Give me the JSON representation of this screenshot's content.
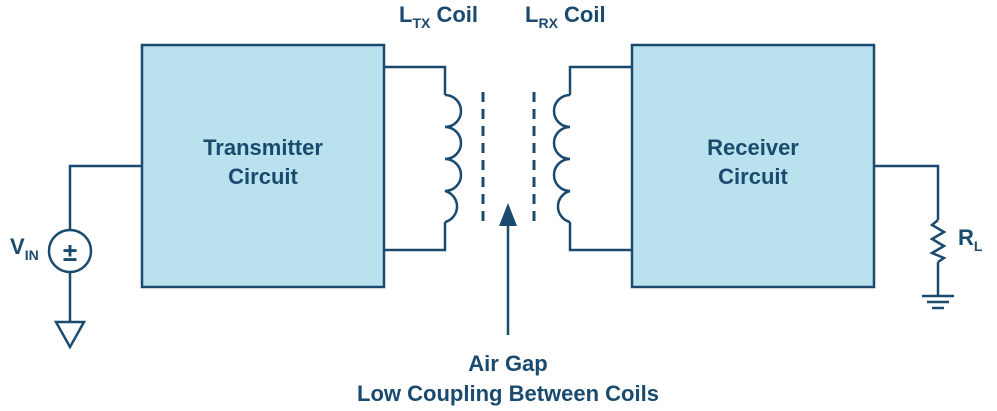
{
  "transmitter": {
    "line1": "Transmitter",
    "line2": "Circuit"
  },
  "receiver": {
    "line1": "Receiver",
    "line2": "Circuit"
  },
  "tx_coil": {
    "main": "L",
    "sub": "TX",
    "suffix": " Coil"
  },
  "rx_coil": {
    "main": "L",
    "sub": "RX",
    "suffix": " Coil"
  },
  "source": {
    "main": "V",
    "sub": "IN",
    "symbol": "±"
  },
  "load": {
    "main": "R",
    "sub": "L"
  },
  "air_gap": {
    "line1": "Air Gap",
    "line2": "Low Coupling Between Coils"
  },
  "colors": {
    "line": "#1a4a6e",
    "box_fill": "#b9e2ee"
  }
}
